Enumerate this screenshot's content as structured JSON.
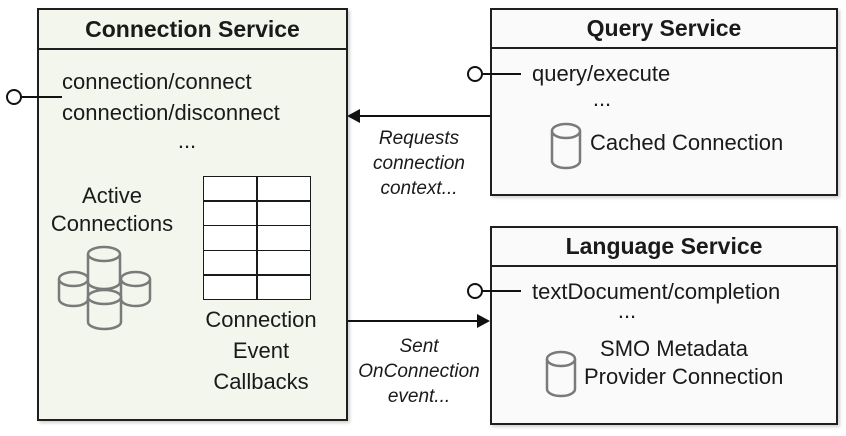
{
  "colors": {
    "connection_box_fill": "#f2f6ec",
    "service_box_fill": "#fafafa",
    "border": "#1f1f1f",
    "cylinder_gray": "#7a7a7a",
    "text": "#1a1a1a"
  },
  "connection_service": {
    "title": "Connection Service",
    "methods": [
      "connection/connect",
      "connection/disconnect"
    ],
    "ellipsis": "...",
    "active_connections_lines": [
      "Active",
      "Connections"
    ],
    "callbacks_lines": [
      "Connection",
      "Event",
      "Callbacks"
    ]
  },
  "query_service": {
    "title": "Query Service",
    "method": "query/execute",
    "ellipsis": "...",
    "cached_connection_label": "Cached Connection"
  },
  "language_service": {
    "title": "Language Service",
    "method": "textDocument/completion",
    "ellipsis": "...",
    "smo_lines": [
      "SMO Metadata",
      "Provider Connection"
    ]
  },
  "arrows": {
    "requests_lines": [
      "Requests",
      "connection",
      "context..."
    ],
    "sent_lines": [
      "Sent",
      "OnConnection",
      "event..."
    ]
  }
}
